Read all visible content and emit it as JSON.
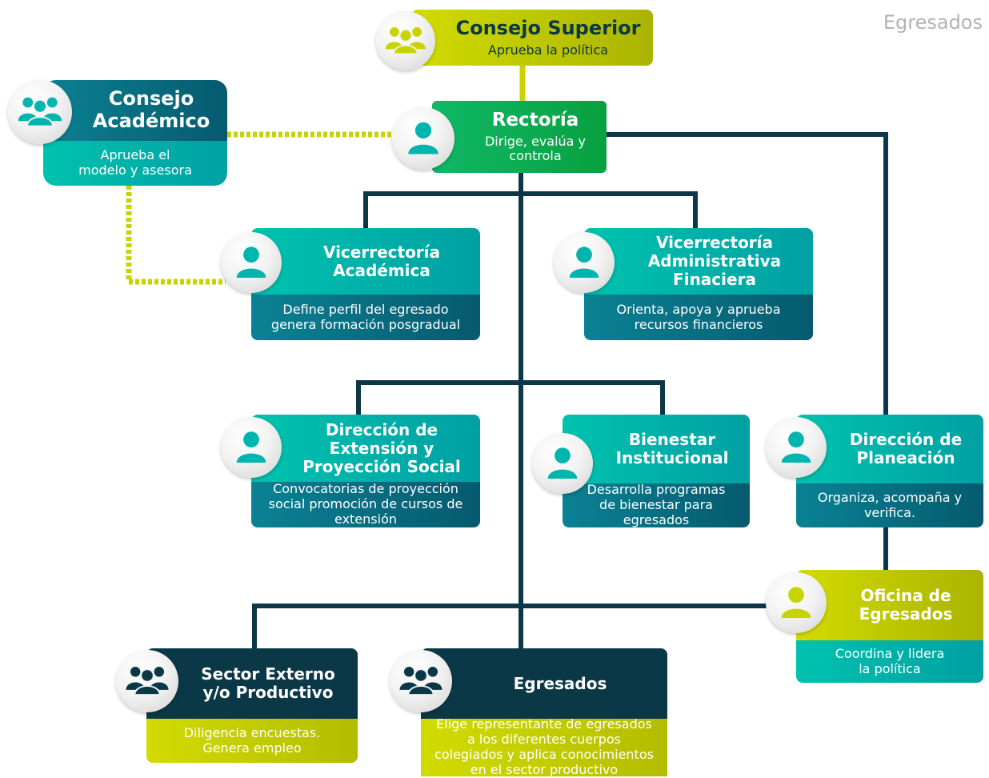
{
  "page_label": "Egresados",
  "colors": {
    "line_dark": "#0c3748",
    "line_lime": "#c8d400",
    "lime": "#c8d400",
    "teal": "#00b5ad",
    "teal_dark": "#006e82",
    "navy": "#0b3847",
    "green": "#0aa650"
  },
  "nodes": {
    "consejo_superior": {
      "title": "Consejo Superior",
      "desc": "Aprueba la política",
      "icon": "group-icon"
    },
    "consejo_academico": {
      "title": "Consejo\nAcadémico",
      "desc": "Aprueba el\nmodelo y asesora",
      "icon": "group-icon"
    },
    "rectoria": {
      "title": "Rectoría",
      "desc": "Dirige, evalúa y\ncontrola",
      "icon": "person-icon"
    },
    "vicerrectoria_academica": {
      "title": "Vicerrectoría\nAcadémica",
      "desc": "Define perfil del egresado\ngenera formación posgradual",
      "icon": "person-icon"
    },
    "vicerrectoria_administrativa": {
      "title": "Vicerrectoría\nAdministrativa\nFinaciera",
      "desc": "Orienta, apoya y aprueba\nrecursos financieros",
      "icon": "person-icon"
    },
    "direccion_extension": {
      "title": "Dirección de\nExtensión y\nProyección Social",
      "desc": "Convocatorias de proyección\nsocial promoción de cursos de\nextensión",
      "icon": "person-icon"
    },
    "bienestar": {
      "title": "Bienestar\nInstitucional",
      "desc": "Desarrolla programas\nde bienestar para\negresados",
      "icon": "person-icon"
    },
    "direccion_planeacion": {
      "title": "Dirección de\nPlaneación",
      "desc": "Organiza, acompaña y\nverifica.",
      "icon": "person-icon"
    },
    "oficina_egresados": {
      "title": "Oficina de\nEgresados",
      "desc": "Coordina y lidera\nla política",
      "icon": "person-icon"
    },
    "sector_externo": {
      "title": "Sector Externo\ny/o Productivo",
      "desc": "Diligencia encuestas.\nGenera empleo",
      "icon": "group-icon"
    },
    "egresados": {
      "title": "Egresados",
      "desc": "Elige representante de egresados\na los diferentes cuerpos\ncolegiados y aplica conocimientos\nen el sector productivo",
      "icon": "group-icon"
    }
  }
}
